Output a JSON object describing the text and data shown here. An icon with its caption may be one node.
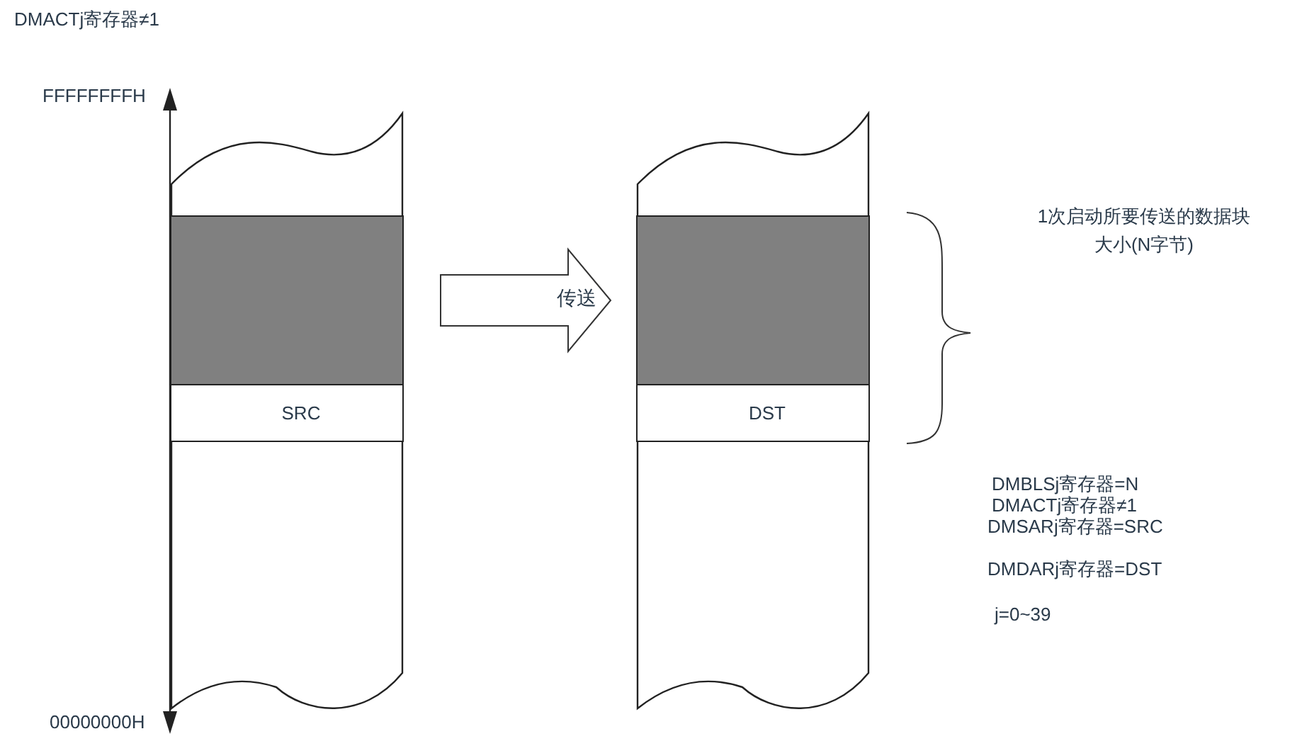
{
  "diagram": {
    "nodes": [
      {
        "text": [],
        "shape": "box"
      },
      {
        "text": [],
        "shape": "box",
        "in": 0
      },
      {
        "text": [
          "SRC"
        ],
        "in": 0
      },
      {
        "text": [],
        "shape": "box"
      },
      {
        "text": [],
        "shape": "box",
        "in": 3
      },
      {
        "text": [
          "DST"
        ],
        "in": 3
      }
    ],
    "edges": [
      {
        "from": 1,
        "to": 4,
        "arrow": "to",
        "label": "传送"
      }
    ],
    "labels": [
      "DMACTj寄存器≠1",
      "FFFFFFFFH",
      "00000000H",
      "1次启动所要传送的数据块大小(N字节)",
      "DMBLSj寄存器=N",
      "DMACTj寄存器≠1",
      "DMSARj寄存器=SRC",
      "DMDARj寄存器=DST",
      "j=0~39"
    ]
  }
}
